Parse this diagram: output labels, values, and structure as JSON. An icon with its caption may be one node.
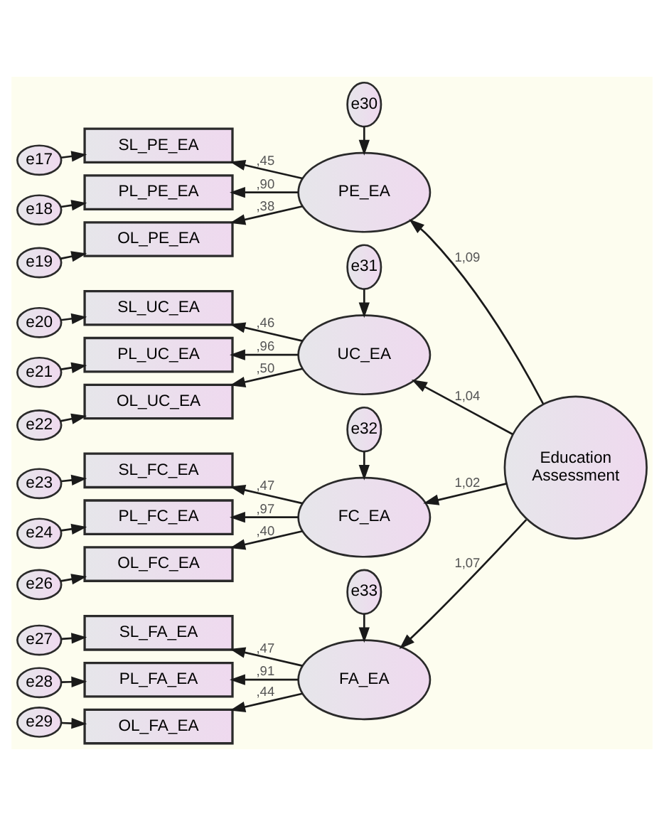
{
  "diagram": {
    "nodes": [
      {
        "text": [
          "e30"
        ]
      },
      {
        "text": [
          "e17"
        ]
      },
      {
        "text": [
          "SL_PE_EA"
        ]
      },
      {
        "text": [
          "e18"
        ]
      },
      {
        "text": [
          "PL_PE_EA"
        ]
      },
      {
        "text": [
          "e19"
        ]
      },
      {
        "text": [
          "OL_PE_EA"
        ]
      },
      {
        "text": [
          "PE_EA"
        ]
      },
      {
        "text": [
          "e31"
        ]
      },
      {
        "text": [
          "e20"
        ]
      },
      {
        "text": [
          "SL_UC_EA"
        ]
      },
      {
        "text": [
          "e21"
        ]
      },
      {
        "text": [
          "PL_UC_EA"
        ]
      },
      {
        "text": [
          "e22"
        ]
      },
      {
        "text": [
          "OL_UC_EA"
        ]
      },
      {
        "text": [
          "UC_EA"
        ]
      },
      {
        "text": [
          "Education Assessment"
        ]
      },
      {
        "text": [
          "e32"
        ]
      },
      {
        "text": [
          "e23"
        ]
      },
      {
        "text": [
          "SL_FC_EA"
        ]
      },
      {
        "text": [
          "e24"
        ]
      },
      {
        "text": [
          "PL_FC_EA"
        ]
      },
      {
        "text": [
          "e26"
        ]
      },
      {
        "text": [
          "OL_FC_EA"
        ]
      },
      {
        "text": [
          "FC_EA"
        ]
      },
      {
        "text": [
          "e33"
        ]
      },
      {
        "text": [
          "e27"
        ]
      },
      {
        "text": [
          "SL_FA_EA"
        ]
      },
      {
        "text": [
          "e28"
        ]
      },
      {
        "text": [
          "PL_FA_EA"
        ]
      },
      {
        "text": [
          "e29"
        ]
      },
      {
        "text": [
          "OL_FA_EA"
        ]
      },
      {
        "text": [
          "FA_EA"
        ]
      }
    ],
    "edges": [
      {
        "from": 0,
        "to": 7,
        "arrow": "to"
      },
      {
        "from": 1,
        "to": 2,
        "arrow": "to"
      },
      {
        "from": 3,
        "to": 4,
        "arrow": "to"
      },
      {
        "from": 5,
        "to": 6,
        "arrow": "to"
      },
      {
        "from": 7,
        "to": 2,
        "arrow": "to",
        "label": ",45"
      },
      {
        "from": 7,
        "to": 4,
        "arrow": "to",
        "label": ",90"
      },
      {
        "from": 7,
        "to": 6,
        "arrow": "to",
        "label": ",38"
      },
      {
        "from": 8,
        "to": 15,
        "arrow": "to"
      },
      {
        "from": 9,
        "to": 10,
        "arrow": "to"
      },
      {
        "from": 11,
        "to": 12,
        "arrow": "to"
      },
      {
        "from": 13,
        "to": 14,
        "arrow": "to"
      },
      {
        "from": 15,
        "to": 10,
        "arrow": "to",
        "label": ",46"
      },
      {
        "from": 15,
        "to": 12,
        "arrow": "to",
        "label": ",96"
      },
      {
        "from": 15,
        "to": 14,
        "arrow": "to",
        "label": ",50"
      },
      {
        "from": 16,
        "to": 7,
        "arrow": "to",
        "label": "1,09"
      },
      {
        "from": 16,
        "to": 15,
        "arrow": "to",
        "label": "1,04"
      },
      {
        "from": 17,
        "to": 24,
        "arrow": "to"
      },
      {
        "from": 18,
        "to": 19,
        "arrow": "to"
      },
      {
        "from": 20,
        "to": 21,
        "arrow": "to"
      },
      {
        "from": 22,
        "to": 23,
        "arrow": "to"
      },
      {
        "from": 24,
        "to": 19,
        "arrow": "to",
        "label": ",47"
      },
      {
        "from": 24,
        "to": 21,
        "arrow": "to",
        "label": ",97"
      },
      {
        "from": 24,
        "to": 23,
        "arrow": "to",
        "label": ",40"
      },
      {
        "from": 16,
        "to": 24,
        "arrow": "to",
        "label": "1,02"
      },
      {
        "from": 25,
        "to": 32,
        "arrow": "to"
      },
      {
        "from": 26,
        "to": 27,
        "arrow": "to"
      },
      {
        "from": 28,
        "to": 29,
        "arrow": "to"
      },
      {
        "from": 30,
        "to": 31,
        "arrow": "to"
      },
      {
        "from": 32,
        "to": 27,
        "arrow": "to",
        "label": ",47"
      },
      {
        "from": 32,
        "to": 29,
        "arrow": "to",
        "label": ",91"
      },
      {
        "from": 32,
        "to": 31,
        "arrow": "to",
        "label": ",44"
      },
      {
        "from": 16,
        "to": 32,
        "arrow": "to",
        "label": "1,07"
      }
    ]
  }
}
